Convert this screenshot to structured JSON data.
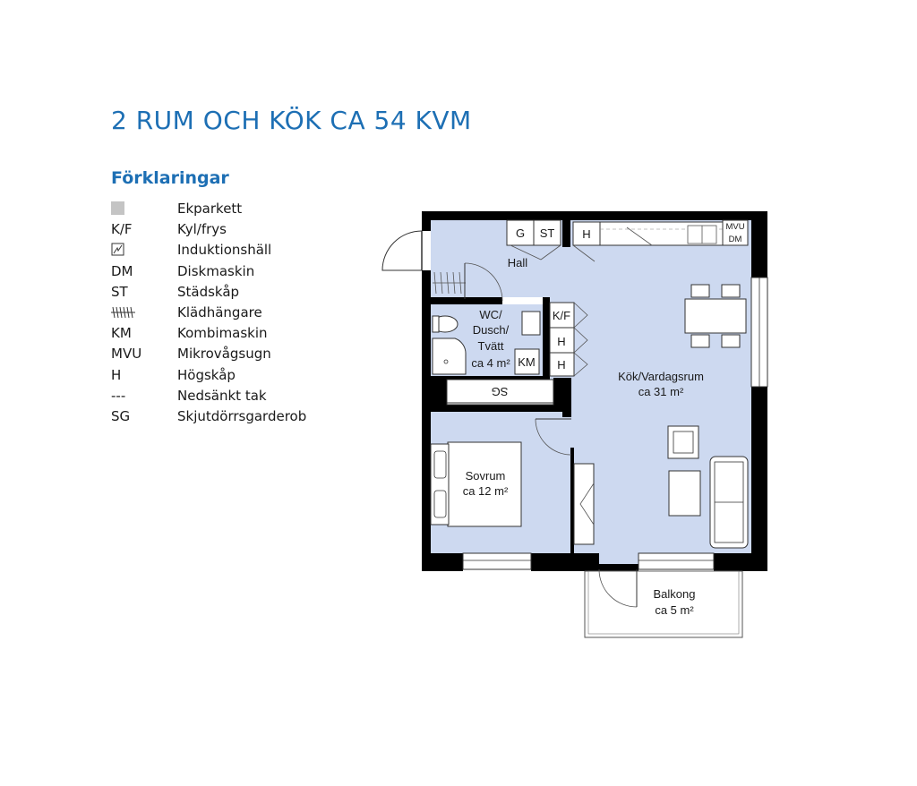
{
  "title": "2 RUM OCH KÖK CA 54 KVM",
  "legend": {
    "heading": "Förklaringar",
    "items": [
      {
        "key": "",
        "icon": "gray-swatch-icon",
        "desc": "Ekparkett"
      },
      {
        "key": "K/F",
        "desc": "Kyl/frys"
      },
      {
        "key": "",
        "icon": "induction-hob-icon",
        "desc": "Induktionshäll"
      },
      {
        "key": "DM",
        "desc": "Diskmaskin"
      },
      {
        "key": "ST",
        "desc": "Städskåp"
      },
      {
        "key": "",
        "icon": "clothes-rail-icon",
        "desc": "Klädhängare"
      },
      {
        "key": "KM",
        "desc": "Kombimaskin"
      },
      {
        "key": "MVU",
        "desc": "Mikrovågsugn"
      },
      {
        "key": "H",
        "desc": "Högskåp"
      },
      {
        "key": "---",
        "desc": "Nedsänkt tak"
      },
      {
        "key": "SG",
        "desc": "Skjutdörrsgarderob"
      }
    ]
  },
  "plan": {
    "labels": {
      "hall": "Hall",
      "g": "G",
      "st": "ST",
      "h_top": "H",
      "mvu": "MVU",
      "dm": "DM",
      "kf": "K/F",
      "h1": "H",
      "h2": "H",
      "km": "KM",
      "sg": "SG",
      "wc_line1": "WC/",
      "wc_line2": "Dusch/",
      "wc_line3": "Tvätt",
      "wc_area": "ca 4 m²",
      "kitchen_name": "Kök/Vardagsrum",
      "kitchen_area": "ca 31 m²",
      "bedroom_name": "Sovrum",
      "bedroom_area": "ca 12 m²",
      "balcony_name": "Balkong",
      "balcony_area": "ca 5 m²"
    },
    "colors": {
      "floor": "#cdd9f0",
      "wall": "#000000",
      "accent": "#1d6fb4"
    }
  }
}
